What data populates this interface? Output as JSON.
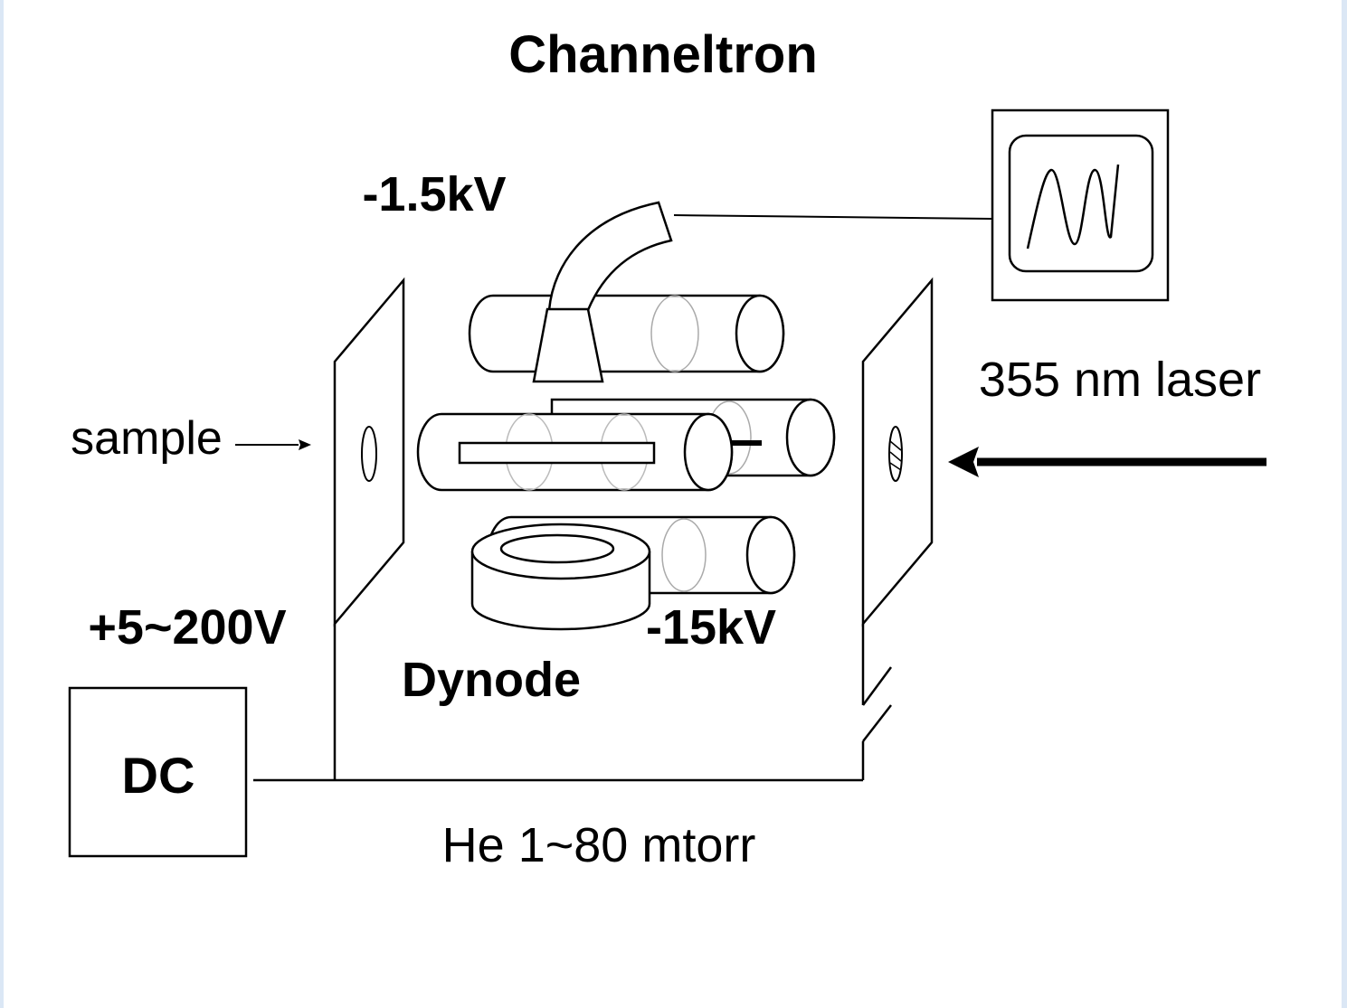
{
  "diagram": {
    "labels": {
      "channeltron": "Channeltron",
      "channeltron_voltage": "-1.5kV",
      "laser": "355 nm laser",
      "sample": "sample",
      "dc_voltage": "+5~200V",
      "dynode": "Dynode",
      "dynode_voltage": "-15kV",
      "dc": "DC",
      "gas": "He 1~80 mtorr"
    },
    "icons": {
      "oscilloscope": "oscilloscope-icon",
      "laser_arrow": "arrow-left-icon",
      "sample_arrow": "arrow-right-icon"
    },
    "colors": {
      "line": "#000000",
      "background": "#ffffff",
      "page_border": "#dbe7f5",
      "faint_line": "#999999"
    }
  }
}
